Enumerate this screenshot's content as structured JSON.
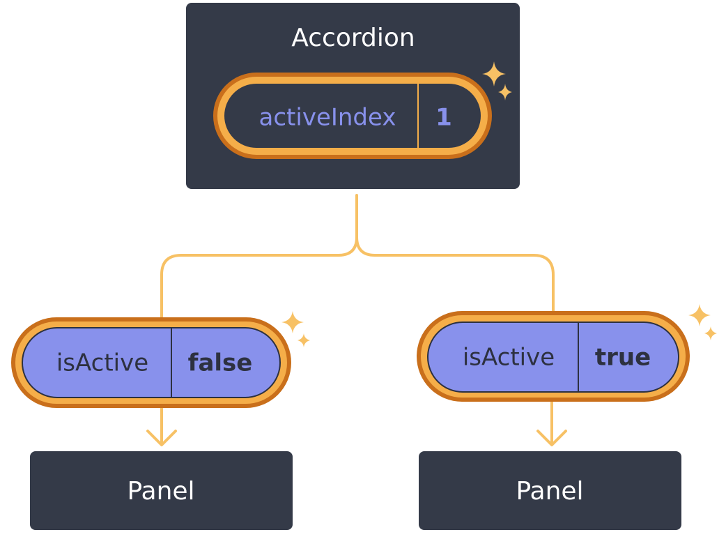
{
  "colors": {
    "node_bg": "#343a48",
    "node_text": "#ffffff",
    "connector": "#f7c165",
    "pill_outer": "#c96f1b",
    "pill_ring": "#f5ae49",
    "pill_inner_light": "#8891ec",
    "pill_inner_dark": "#343a48",
    "key_text_dark_bg": "#8891ec",
    "text_on_light": "#2d3140",
    "sparkle": "#f7c165"
  },
  "root": {
    "title": "Accordion",
    "state": {
      "key": "activeIndex",
      "value": "1"
    }
  },
  "children": [
    {
      "prop": {
        "key": "isActive",
        "value": "false"
      },
      "title": "Panel"
    },
    {
      "prop": {
        "key": "isActive",
        "value": "true"
      },
      "title": "Panel"
    }
  ],
  "icons": [
    "sparkle-icon",
    "arrow-down-icon"
  ]
}
